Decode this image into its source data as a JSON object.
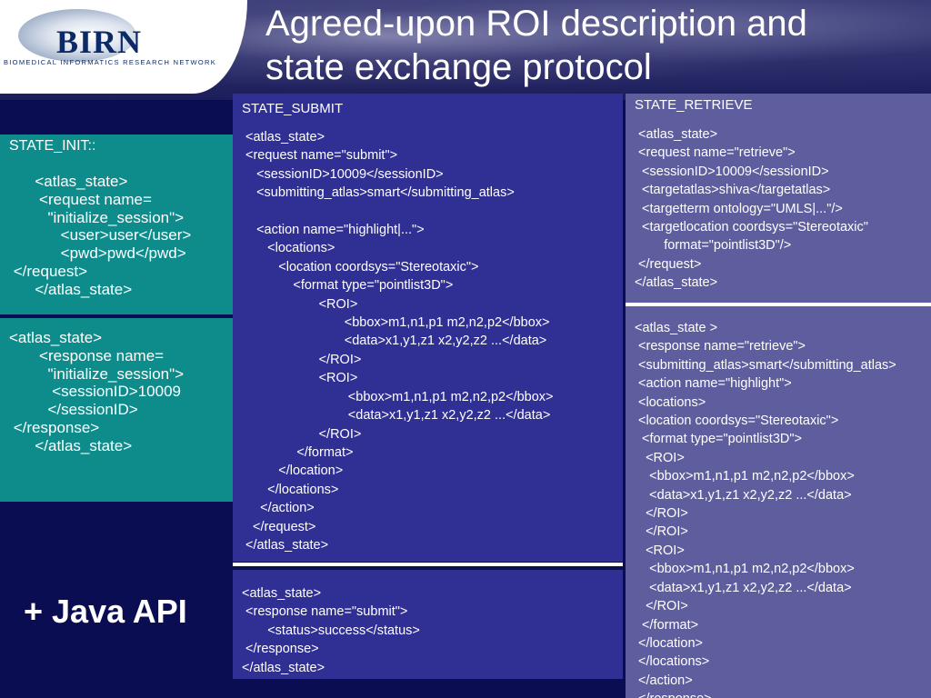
{
  "logo": {
    "name": "BIRN",
    "tagline": "BIOMEDICAL INFORMATICS RESEARCH NETWORK"
  },
  "title": "Agreed-upon ROI description and\nstate exchange protocol",
  "state_init": {
    "label": "STATE_INIT::",
    "request": "      <atlas_state>\n       <request name=\n         \"initialize_session\">\n            <user>user</user>\n            <pwd>pwd</pwd>\n </request>\n      </atlas_state>",
    "response": "<atlas_state>\n       <response name=\n         \"initialize_session\">\n          <sessionID>10009\n         </sessionID>\n </response>\n      </atlas_state>"
  },
  "state_submit": {
    "label": "STATE_SUBMIT",
    "request": "<atlas_state>\n<request name=\"submit\">\n   <sessionID>10009</sessionID>\n   <submitting_atlas>smart</submitting_atlas>\n\n   <action name=\"highlight|...\">\n      <locations>\n         <location coordsys=\"Stereotaxic\">\n             <format type=\"pointlist3D\">\n                    <ROI>\n                           <bbox>m1,n1,p1 m2,n2,p2</bbox>\n                           <data>x1,y1,z1 x2,y2,z2 ...</data>\n                    </ROI>\n                    <ROI>\n                            <bbox>m1,n1,p1 m2,n2,p2</bbox>\n                            <data>x1,y1,z1 x2,y2,z2 ...</data>\n                    </ROI>\n              </format>\n         </location>\n      </locations>\n    </action>\n  </request>\n</atlas_state>",
    "response": "<atlas_state>\n <response name=\"submit\">\n       <status>success</status>\n </response>\n</atlas_state>"
  },
  "state_retrieve": {
    "label": "STATE_RETRIEVE",
    "request": " <atlas_state>\n <request name=\"retrieve\">\n  <sessionID>10009</sessionID>\n  <targetatlas>shiva</targetatlas>\n  <targetterm ontology=\"UMLS|...\"/>\n  <targetlocation coordsys=\"Stereotaxic\"\n        format=\"pointlist3D\"/>\n </request>\n</atlas_state>",
    "response": "<atlas_state >\n <response name=\"retrieve\">\n <submitting_atlas>smart</submitting_atlas>\n <action name=\"highlight\">\n <locations>\n <location coordsys=\"Stereotaxic\">\n  <format type=\"pointlist3D\">\n   <ROI>\n    <bbox>m1,n1,p1 m2,n2,p2</bbox>\n    <data>x1,y1,z1 x2,y2,z2 ...</data>\n   </ROI>\n   </ROI>\n   <ROI>\n    <bbox>m1,n1,p1 m2,n2,p2</bbox>\n    <data>x1,y1,z1 x2,y2,z2 ...</data>\n   </ROI>\n  </format>\n </location>\n </locations>\n </action>\n </response>"
  },
  "java_api": "+ Java API",
  "colors": {
    "background": "#0b0d52",
    "init_panel": "#0e8c8c",
    "submit_panel": "#2f2f94",
    "retrieve_panel": "#5e5e9e",
    "text": "#ffffff"
  }
}
